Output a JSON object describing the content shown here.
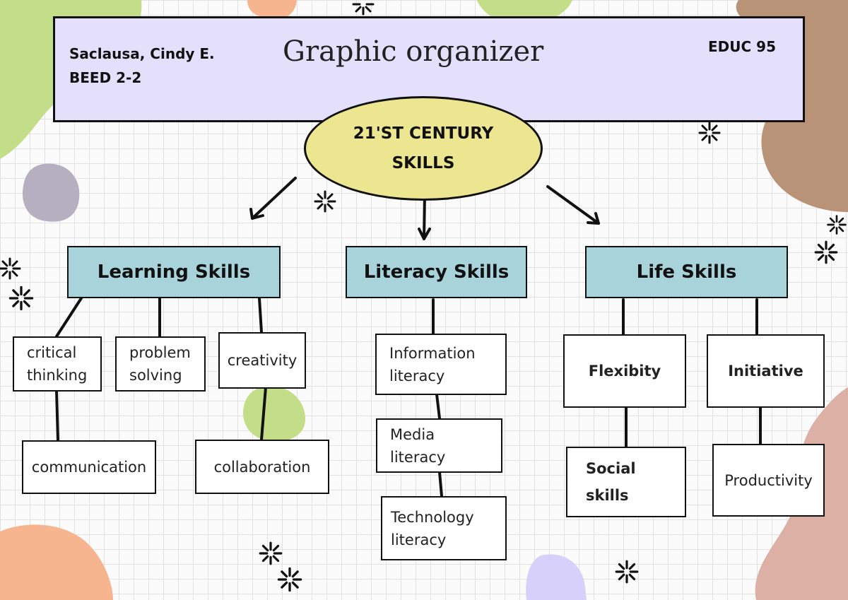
{
  "header": {
    "author_line1": "Saclausa, Cindy E.",
    "author_line2": "BEED 2-2",
    "title": "Graphic organizer",
    "course": "EDUC 95"
  },
  "hub": {
    "line1": "21'ST CENTURY",
    "line2": "SKILLS"
  },
  "categories": {
    "learning": "Learning Skills",
    "literacy": "Literacy Skills",
    "life": "Life Skills"
  },
  "learning_items": {
    "critical_thinking": [
      "critical",
      "thinking"
    ],
    "problem_solving": [
      "problem",
      "solving"
    ],
    "creativity": "creativity",
    "communication": "communication",
    "collaboration": "collaboration"
  },
  "literacy_items": {
    "information": [
      "Information",
      "literacy"
    ],
    "media": [
      "Media",
      "literacy"
    ],
    "technology": [
      "Technology",
      "literacy"
    ]
  },
  "life_items": {
    "flexibity": "Flexibity",
    "initiative": "Initiative",
    "social": [
      "Social",
      "skills"
    ],
    "productivity": "Productivity"
  },
  "colors": {
    "header_fill": "#e4e0fb",
    "hub_fill": "#ece690",
    "category_fill": "#a9d3db",
    "node_fill": "#ffffff",
    "line": "#111111"
  }
}
